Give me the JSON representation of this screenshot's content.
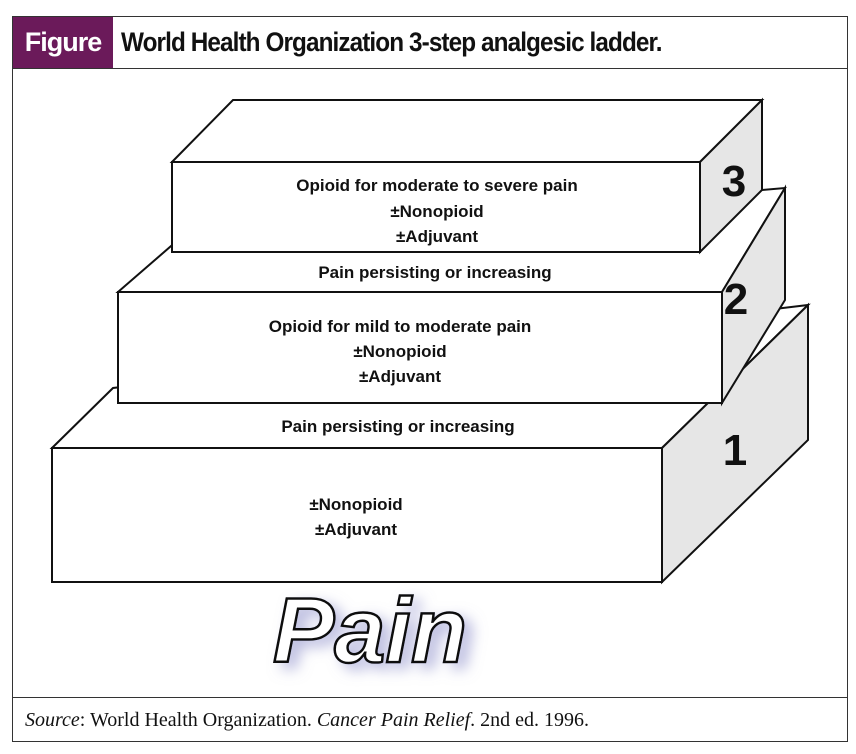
{
  "header": {
    "tag": "Figure",
    "title": "World Health Organization 3-step analgesic ladder."
  },
  "steps": [
    {
      "number": "1",
      "lines": [
        "±Nonopioid",
        "±Adjuvant"
      ]
    },
    {
      "number": "2",
      "lines": [
        "Opioid for mild to moderate pain",
        "±Nonopioid",
        "±Adjuvant"
      ]
    },
    {
      "number": "3",
      "lines": [
        "Opioid for moderate to severe pain",
        "±Nonopioid",
        "±Adjuvant"
      ]
    }
  ],
  "transitions": [
    "Pain persisting or increasing",
    "Pain persisting or increasing"
  ],
  "base_label": "Pain",
  "source": {
    "label": "Source",
    "sep": ": World Health Organization. ",
    "work": "Cancer Pain Relief",
    "rest": ". 2nd ed. 1996."
  },
  "colors": {
    "tag_bg": "#6b1a5a",
    "side_face": "#e6e6e6"
  }
}
